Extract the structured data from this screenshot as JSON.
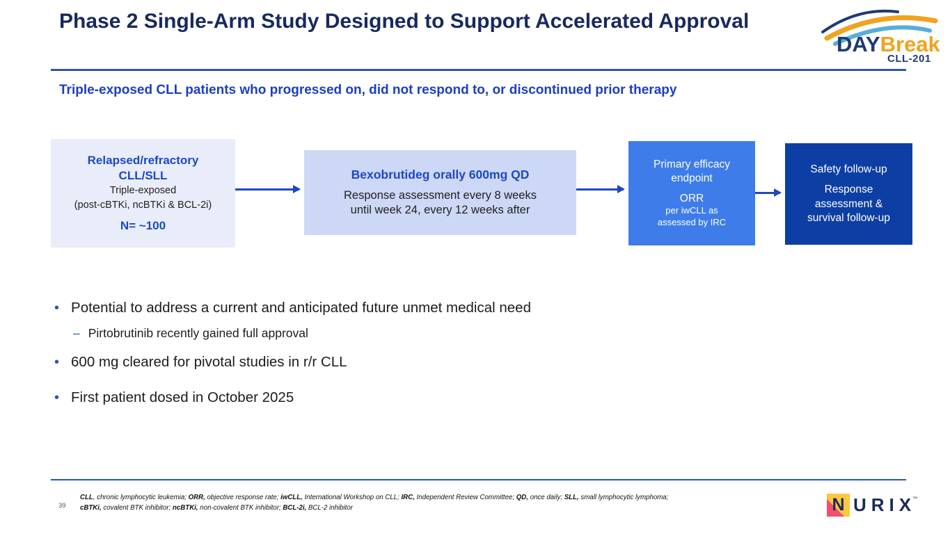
{
  "slide": {
    "title": "Phase 2 Single-Arm Study Designed to Support Accelerated Approval",
    "subtitle": "Triple-exposed CLL patients who progressed on, did not respond to, or discontinued prior therapy",
    "page_number": "39"
  },
  "logo_daybreak": {
    "word_day": "DAY",
    "word_break": "Break",
    "trial_name": "CLL-201"
  },
  "flow": {
    "box1": {
      "title_line1": "Relapsed/refractory",
      "title_line2": "CLL/SLL",
      "sub_line1": "Triple-exposed",
      "sub_line2": "(post-cBTKi, ncBTKi & BCL-2i)",
      "n_value": "N= ~100"
    },
    "box2": {
      "title": "Bexobrutideg orally 600mg QD",
      "body_line1": "Response assessment every 8 weeks",
      "body_line2": "until week 24, every 12 weeks after"
    },
    "box3": {
      "title": "Primary efficacy endpoint",
      "metric": "ORR",
      "detail": "per iwCLL as assessed by IRC"
    },
    "box4": {
      "line1": "Safety follow-up",
      "line2": "Response assessment & survival follow-up"
    }
  },
  "bullets": {
    "items": [
      {
        "marker": "•",
        "text": "Potential to address a current and anticipated future unmet medical need"
      },
      {
        "marker": "–",
        "text": "Pirtobrutinib recently gained full approval"
      },
      {
        "marker": "•",
        "text": "600 mg cleared for pivotal studies in r/r CLL"
      },
      {
        "marker": "•",
        "text": "First patient dosed in October 2025"
      }
    ]
  },
  "footer": {
    "footnote_line1_segments": [
      {
        "text": "CLL",
        "bold": true
      },
      {
        "text": ", chronic lymphocytic leukemia; ",
        "bold": false
      },
      {
        "text": "ORR,",
        "bold": true
      },
      {
        "text": " objective response rate; ",
        "bold": false
      },
      {
        "text": "iwCLL,",
        "bold": true
      },
      {
        "text": " International Workshop on CLL; ",
        "bold": false
      },
      {
        "text": "IRC,",
        "bold": true
      },
      {
        "text": " Independent Review Committee; ",
        "bold": false
      },
      {
        "text": "QD,",
        "bold": true
      },
      {
        "text": " once daily; ",
        "bold": false
      },
      {
        "text": "SLL,",
        "bold": true
      },
      {
        "text": " small lymphocytic lymphoma;",
        "bold": false
      }
    ],
    "footnote_line2_segments": [
      {
        "text": "cBTKi,",
        "bold": true
      },
      {
        "text": " covalent BTK inhibitor; ",
        "bold": false
      },
      {
        "text": "ncBTKi,",
        "bold": true
      },
      {
        "text": " non-covalent BTK inhibitor; ",
        "bold": false
      },
      {
        "text": "BCL-2i,",
        "bold": true
      },
      {
        "text": " BCL-2 inhibitor",
        "bold": false
      }
    ]
  },
  "logo_nurix": {
    "letter_n": "N",
    "letters_rest": "URIX",
    "trademark": "™"
  },
  "colors": {
    "title_navy": "#17295e",
    "subtitle_blue": "#1c3ec0",
    "box1_bg": "#e9edfa",
    "box2_bg": "#cdd8f6",
    "box3_bg": "#3e7de9",
    "box4_bg": "#0d3ea3",
    "arrow_blue": "#1d49bd",
    "daybreak_orange": "#f0a31e",
    "daybreak_lightblue": "#56aedd",
    "nurix_yellow": "#ffc63f",
    "nurix_pink": "#f0506e",
    "nurix_navy": "#1b2a5c"
  }
}
